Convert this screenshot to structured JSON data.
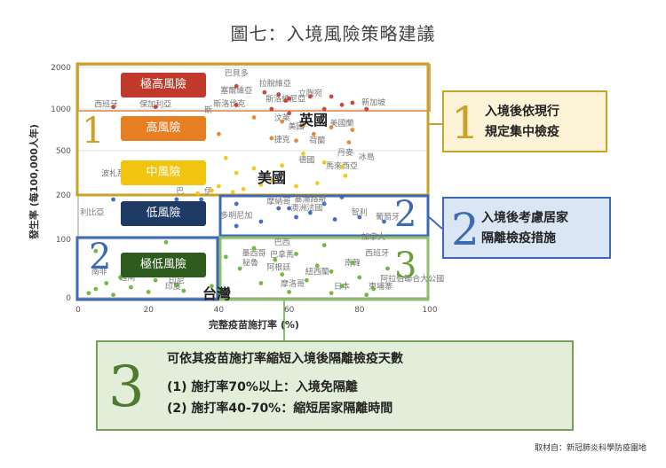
{
  "title": "圖七：入境風險策略建議",
  "source": "取材自：新冠肺炎科學防疫園地",
  "chart_data": {
    "type": "scatter",
    "xlabel": "完整疫苗施打率 (%)",
    "ylabel": "發生率 (每100,000人年)",
    "xlim": [
      0,
      100
    ],
    "x_ticks": [
      "0",
      "20",
      "40",
      "60",
      "80",
      "100"
    ],
    "y_ticks": [
      "0",
      "100",
      "200",
      "500",
      "1000",
      "2000"
    ],
    "series": [
      {
        "color": "#c0392b",
        "points": [
          [
            45,
            1550
          ],
          [
            53,
            1400
          ],
          [
            57,
            1350
          ],
          [
            59,
            1200
          ],
          [
            60,
            1250
          ],
          [
            66,
            1300
          ],
          [
            72,
            1300
          ],
          [
            10,
            1050
          ],
          [
            22,
            1050
          ],
          [
            45,
            1100
          ],
          [
            55,
            1000
          ],
          [
            60,
            950
          ],
          [
            70,
            1000
          ],
          [
            75,
            1100
          ],
          [
            78,
            1150
          ],
          [
            82,
            1000
          ]
        ]
      },
      {
        "color": "#e67e22",
        "points": [
          [
            50,
            900
          ],
          [
            58,
            850
          ],
          [
            64,
            800
          ],
          [
            72,
            780
          ],
          [
            78,
            750
          ],
          [
            67,
            700
          ],
          [
            55,
            650
          ],
          [
            62,
            620
          ],
          [
            77,
            600
          ],
          [
            30,
            880
          ],
          [
            40,
            700
          ]
        ]
      },
      {
        "color": "#f1c40f",
        "points": [
          [
            42,
            450
          ],
          [
            45,
            350
          ],
          [
            50,
            380
          ],
          [
            58,
            400
          ],
          [
            64,
            480
          ],
          [
            70,
            420
          ],
          [
            75,
            390
          ],
          [
            76,
            330
          ],
          [
            55,
            300
          ],
          [
            52,
            270
          ],
          [
            62,
            260
          ],
          [
            68,
            280
          ],
          [
            44,
            220
          ],
          [
            47,
            240
          ],
          [
            34,
            210
          ],
          [
            38,
            230
          ],
          [
            40,
            260
          ]
        ]
      },
      {
        "color": "#3060c0",
        "points": [
          [
            10,
            190
          ],
          [
            28,
            190
          ],
          [
            35,
            190
          ],
          [
            45,
            180
          ],
          [
            57,
            170
          ],
          [
            60,
            170
          ],
          [
            62,
            150
          ],
          [
            66,
            160
          ],
          [
            73,
            145
          ],
          [
            80,
            150
          ],
          [
            87,
            140
          ],
          [
            45,
            130
          ],
          [
            52,
            140
          ],
          [
            70,
            180
          ],
          [
            75,
            195
          ]
        ]
      },
      {
        "color": "#66b030",
        "points": [
          [
            3,
            8
          ],
          [
            5,
            15
          ],
          [
            8,
            25
          ],
          [
            10,
            5
          ],
          [
            12,
            35
          ],
          [
            15,
            18
          ],
          [
            18,
            45
          ],
          [
            20,
            10
          ],
          [
            22,
            30
          ],
          [
            25,
            60
          ],
          [
            28,
            22
          ],
          [
            30,
            12
          ],
          [
            32,
            40
          ],
          [
            35,
            55
          ],
          [
            38,
            20
          ],
          [
            42,
            70
          ],
          [
            46,
            50
          ],
          [
            50,
            85
          ],
          [
            52,
            25
          ],
          [
            56,
            65
          ],
          [
            58,
            40
          ],
          [
            62,
            75
          ],
          [
            65,
            30
          ],
          [
            68,
            55
          ],
          [
            70,
            90
          ],
          [
            72,
            45
          ],
          [
            75,
            20
          ],
          [
            78,
            60
          ],
          [
            80,
            35
          ],
          [
            84,
            15
          ],
          [
            88,
            50
          ],
          [
            5,
            80
          ],
          [
            15,
            70
          ],
          [
            25,
            95
          ],
          [
            40,
            12
          ],
          [
            60,
            10
          ],
          [
            72,
            8
          ],
          [
            82,
            5
          ]
        ]
      }
    ],
    "point_labels": [
      {
        "text": "巴貝多",
        "x": 45,
        "y": 1800
      },
      {
        "text": "拉脫維亞",
        "x": 56,
        "y": 1550
      },
      {
        "text": "塞爾維亞",
        "x": 45,
        "y": 1380
      },
      {
        "text": "立陶宛",
        "x": 66,
        "y": 1320
      },
      {
        "text": "斯洛維尼亞",
        "x": 59,
        "y": 1180
      },
      {
        "text": "新加坡",
        "x": 84,
        "y": 1100
      },
      {
        "text": "西班牙",
        "x": 8,
        "y": 1050
      },
      {
        "text": "保加利亞",
        "x": 22,
        "y": 1050
      },
      {
        "text": "斯洛伐克",
        "x": 43,
        "y": 1060
      },
      {
        "text": "斯",
        "x": 37,
        "y": 960
      },
      {
        "text": "汶萊",
        "x": 58,
        "y": 860
      },
      {
        "text": "美國",
        "x": 62,
        "y": 760
      },
      {
        "text": "美國蘭",
        "x": 75,
        "y": 800
      },
      {
        "text": "捷克",
        "x": 58,
        "y": 600
      },
      {
        "text": "荷蘭",
        "x": 68,
        "y": 590
      },
      {
        "text": "丹麥",
        "x": 76,
        "y": 470
      },
      {
        "text": "冰島",
        "x": 82,
        "y": 440
      },
      {
        "text": "德國",
        "x": 65,
        "y": 420
      },
      {
        "text": "馬來西亞",
        "x": 75,
        "y": 380
      },
      {
        "text": "波札那",
        "x": 10,
        "y": 330
      },
      {
        "text": "巴",
        "x": 29,
        "y": 210
      },
      {
        "text": "伊",
        "x": 37,
        "y": 210
      },
      {
        "text": "摩納哥",
        "x": 57,
        "y": 180
      },
      {
        "text": "塞浦路斯",
        "x": 66,
        "y": 185
      },
      {
        "text": "澳洲法國",
        "x": 65,
        "y": 165
      },
      {
        "text": "智利",
        "x": 80,
        "y": 155
      },
      {
        "text": "葡萄牙",
        "x": 88,
        "y": 145
      },
      {
        "text": "利比亞",
        "x": 4,
        "y": 155
      },
      {
        "text": "多明尼加",
        "x": 45,
        "y": 148
      },
      {
        "text": "巴西",
        "x": 58,
        "y": 90
      },
      {
        "text": "墨西哥",
        "x": 50,
        "y": 72
      },
      {
        "text": "巴拿馬",
        "x": 58,
        "y": 70
      },
      {
        "text": "南韓",
        "x": 78,
        "y": 55
      },
      {
        "text": "西班牙",
        "x": 85,
        "y": 72
      },
      {
        "text": "秘魯",
        "x": 49,
        "y": 55
      },
      {
        "text": "阿根廷",
        "x": 57,
        "y": 48
      },
      {
        "text": "紐西蘭",
        "x": 68,
        "y": 40
      },
      {
        "text": "摩洛哥",
        "x": 61,
        "y": 20
      },
      {
        "text": "日本",
        "x": 75,
        "y": 15
      },
      {
        "text": "阿拉伯聯合大公國",
        "x": 95,
        "y": 28
      },
      {
        "text": "加拿大",
        "x": 84,
        "y": 100
      },
      {
        "text": "柬埔寨",
        "x": 86,
        "y": 15
      },
      {
        "text": "南非",
        "x": 6,
        "y": 40
      },
      {
        "text": "越南",
        "x": 14,
        "y": 30
      },
      {
        "text": "印尼",
        "x": 28,
        "y": 25
      },
      {
        "text": "印度",
        "x": 27,
        "y": 15
      }
    ],
    "risk_labels": [
      "極高風險",
      "高風險",
      "中風險",
      "低風險",
      "極低風險"
    ],
    "zone_numbers": [
      "1",
      "2",
      "2",
      "3"
    ],
    "highlighted_countries": {
      "uk": "英國",
      "us": "美國",
      "taiwan": "台灣"
    }
  },
  "callouts": {
    "c1": {
      "num": "1",
      "lines": [
        "入境後依現行",
        "規定集中檢疫"
      ]
    },
    "c2": {
      "num": "2",
      "lines": [
        "入境後考慮居家",
        "隔離檢疫措施"
      ]
    }
  },
  "bottom_box": {
    "num": "3",
    "heading": "可依其疫苗施打率縮短入境後隔離檢疫天數",
    "line1": "(1) 施打率70%以上：入境免隔離",
    "line2": "(2) 施打率40-70%：縮短居家隔離時間"
  },
  "colors": {
    "very_high": "#c0392b",
    "high": "#e67e22",
    "medium": "#f1c40f",
    "low": "#1e3b66",
    "very_low": "#2e5c1e",
    "zone1": "#c9a227",
    "zone2": "#3d6ab5",
    "zone3": "#8fbf6a"
  }
}
